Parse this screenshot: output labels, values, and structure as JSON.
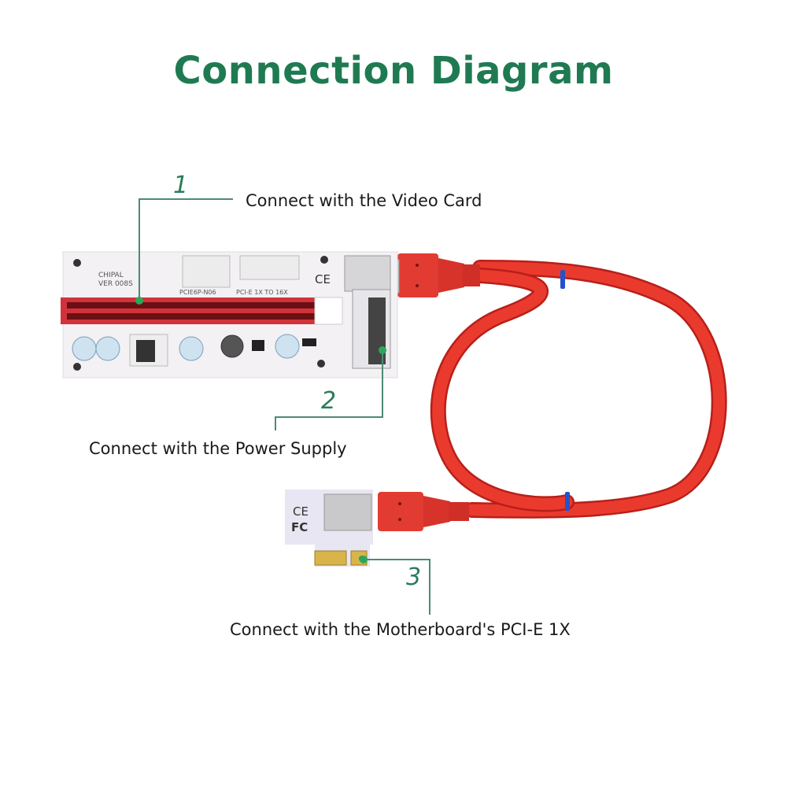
{
  "title": "Connection Diagram",
  "callouts": [
    {
      "number": "1",
      "label": "Connect with the Video Card"
    },
    {
      "number": "2",
      "label": "Connect with the Power Supply"
    },
    {
      "number": "3",
      "label": "Connect with the Motherboard's PCI-E 1X"
    }
  ],
  "board_markings": {
    "brand": "CHIPAL",
    "version": "VER 008S",
    "power_label": "PCIE6P-N06",
    "slot_label": "PCI-E 1X TO 16X",
    "ce_mark": "CE",
    "fcc_mark": "FC"
  },
  "colors": {
    "accent": "#1f7a52",
    "leader_line": "#4d8a73",
    "cable": "#e8372c",
    "cable_band": "#2453c9",
    "slot": "#d2333b",
    "pcb": "#f3f1f4"
  }
}
